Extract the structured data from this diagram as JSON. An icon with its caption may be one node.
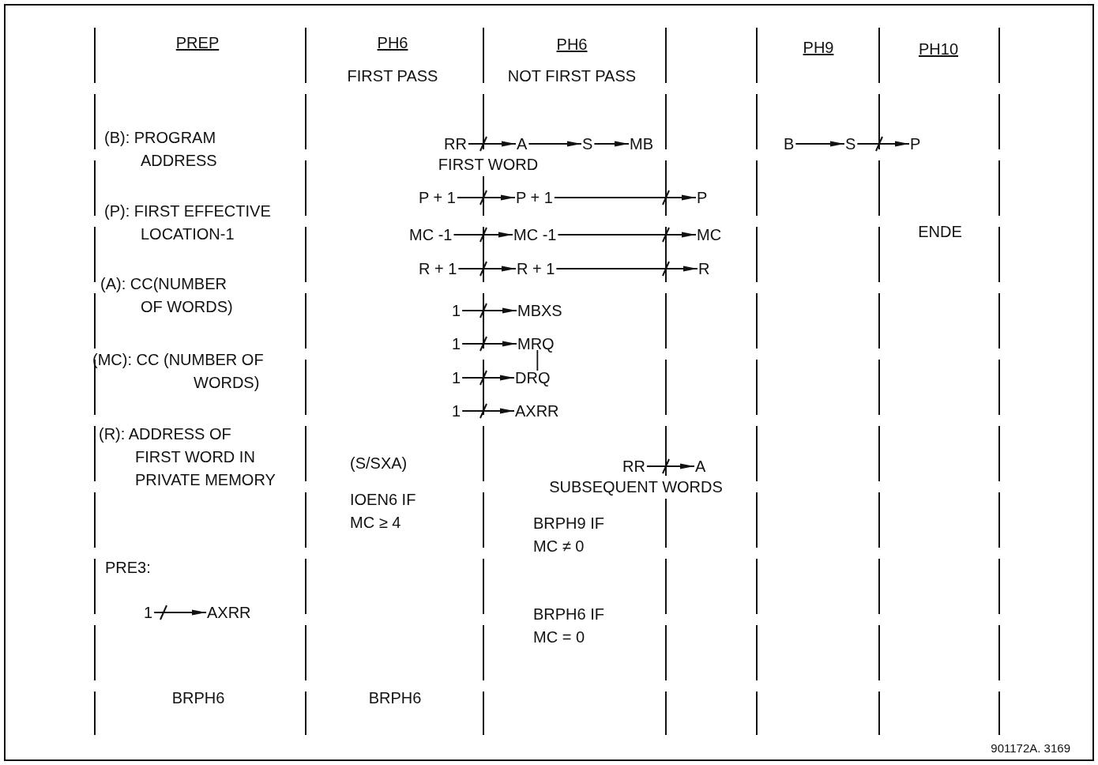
{
  "diagram": {
    "nodes": [
      {
        "text": [
          "RR"
        ]
      },
      {
        "text": [
          "A"
        ]
      },
      {
        "text": [
          "S"
        ]
      },
      {
        "text": [
          "MB"
        ]
      },
      {
        "text": [
          "B"
        ]
      },
      {
        "text": [
          "S"
        ]
      },
      {
        "text": [
          "P"
        ]
      },
      {
        "text": [
          "P + 1"
        ]
      },
      {
        "text": [
          "P + 1"
        ]
      },
      {
        "text": [
          "P"
        ]
      },
      {
        "text": [
          "MC -1"
        ]
      },
      {
        "text": [
          "MC -1"
        ]
      },
      {
        "text": [
          "MC"
        ]
      },
      {
        "text": [
          "R + 1"
        ]
      },
      {
        "text": [
          "R + 1"
        ]
      },
      {
        "text": [
          "R"
        ]
      },
      {
        "text": [
          "1"
        ]
      },
      {
        "text": [
          "MBXS"
        ]
      },
      {
        "text": [
          "1"
        ]
      },
      {
        "text": [
          "MRQ"
        ]
      },
      {
        "text": [
          "1"
        ]
      },
      {
        "text": [
          "DRQ"
        ]
      },
      {
        "text": [
          "1"
        ]
      },
      {
        "text": [
          "AXRR"
        ]
      },
      {
        "text": [
          "RR"
        ]
      },
      {
        "text": [
          "A"
        ]
      },
      {
        "text": [
          "1"
        ]
      },
      {
        "text": [
          "AXRR"
        ]
      }
    ],
    "edges": [
      {
        "from": 0,
        "to": 1,
        "arrow": "to"
      },
      {
        "from": 1,
        "to": 2,
        "arrow": "to"
      },
      {
        "from": 2,
        "to": 3,
        "arrow": "to"
      },
      {
        "from": 4,
        "to": 5,
        "arrow": "to"
      },
      {
        "from": 5,
        "to": 6,
        "arrow": "to"
      },
      {
        "from": 7,
        "to": 8,
        "arrow": "to"
      },
      {
        "from": 8,
        "to": 9,
        "arrow": "to"
      },
      {
        "from": 10,
        "to": 11,
        "arrow": "to"
      },
      {
        "from": 11,
        "to": 12,
        "arrow": "to"
      },
      {
        "from": 13,
        "to": 14,
        "arrow": "to"
      },
      {
        "from": 14,
        "to": 15,
        "arrow": "to"
      },
      {
        "from": 16,
        "to": 17,
        "arrow": "to"
      },
      {
        "from": 18,
        "to": 19,
        "arrow": "to"
      },
      {
        "from": 19,
        "to": 21,
        "arrow": "none"
      },
      {
        "from": 20,
        "to": 21,
        "arrow": "to"
      },
      {
        "from": 22,
        "to": 23,
        "arrow": "to"
      },
      {
        "from": 24,
        "to": 25,
        "arrow": "to"
      },
      {
        "from": 26,
        "to": 27,
        "arrow": "to"
      }
    ],
    "labels": [
      "PREP",
      "PH6",
      "FIRST PASS",
      "PH6",
      "NOT FIRST PASS",
      "PH9",
      "PH10",
      "(B): PROGRAM ADDRESS",
      "FIRST WORD",
      "(P): FIRST EFFECTIVE LOCATION-1",
      "ENDE",
      "(A): CC(NUMBER OF WORDS)",
      "(MC): CC (NUMBER OF WORDS)",
      "(R): ADDRESS OF FIRST WORD IN PRIVATE MEMORY",
      "(S/SXA)",
      "SUBSEQUENT WORDS",
      "IOEN6 IF MC ≥ 4",
      "BRPH9 IF MC ≠ 0",
      "PRE3:",
      "BRPH6 IF MC = 0",
      "BRPH6",
      "BRPH6",
      "901172A. 3169"
    ]
  }
}
